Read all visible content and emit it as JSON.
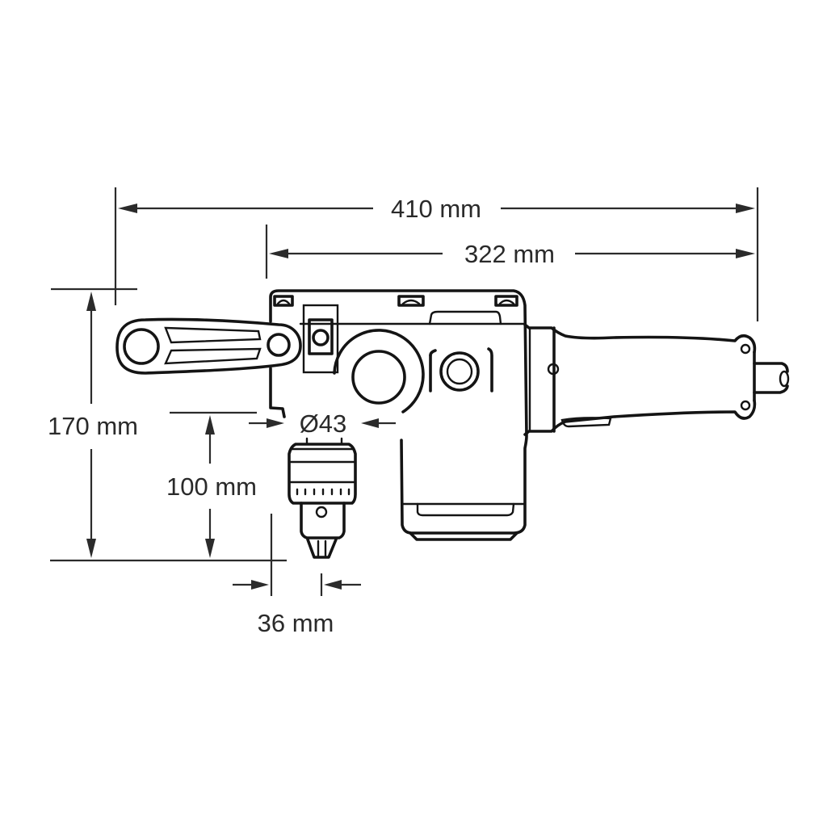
{
  "diagram": {
    "subject": "Angle drill dimensional drawing",
    "colors": {
      "background": "#ffffff",
      "line": "#141414",
      "dimension": "#2b2b2b",
      "text": "#2a2a2a"
    },
    "dimensions": {
      "overall_length": {
        "label": "410 mm",
        "value": 410,
        "unit": "mm"
      },
      "body_length": {
        "label": "322 mm",
        "value": 322,
        "unit": "mm"
      },
      "overall_height": {
        "label": "170 mm",
        "value": 170,
        "unit": "mm"
      },
      "chuck_height": {
        "label": "100 mm",
        "value": 100,
        "unit": "mm"
      },
      "chuck_diameter": {
        "label": "Ø43",
        "value": 43,
        "unit": "mm"
      },
      "side_clearance": {
        "label": "36 mm",
        "value": 36,
        "unit": "mm"
      }
    },
    "parts": [
      "side-handle",
      "gear-housing",
      "drill-chuck",
      "motor-body",
      "rear-handle",
      "cord-guard"
    ]
  }
}
